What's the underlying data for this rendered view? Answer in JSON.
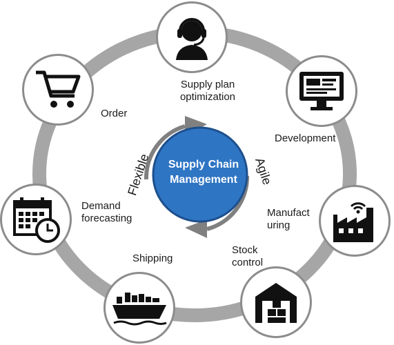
{
  "center": {
    "line1": "Supply Chain",
    "line2": "Management",
    "color": "#2E75C4"
  },
  "side_words": {
    "left": "Flexible",
    "right": "Agile"
  },
  "colors": {
    "ring": "#a6a6a6",
    "node_border": "#8c8c8c",
    "arrow": "#808080",
    "icon": "#111111"
  },
  "nodes": [
    {
      "label_lines": [
        "Supply plan",
        "optimization"
      ],
      "icon": "headset-user-icon"
    },
    {
      "label_lines": [
        "Development"
      ],
      "icon": "monitor-icon"
    },
    {
      "label_lines": [
        "Manufact",
        "uring"
      ],
      "icon": "factory-wifi-icon"
    },
    {
      "label_lines": [
        "Stock",
        "control"
      ],
      "icon": "warehouse-icon"
    },
    {
      "label_lines": [
        "Shipping"
      ],
      "icon": "cargo-ship-icon"
    },
    {
      "label_lines": [
        "Demand",
        "forecasting"
      ],
      "icon": "calendar-clock-icon"
    },
    {
      "label_lines": [
        "Order"
      ],
      "icon": "shopping-cart-icon"
    }
  ]
}
